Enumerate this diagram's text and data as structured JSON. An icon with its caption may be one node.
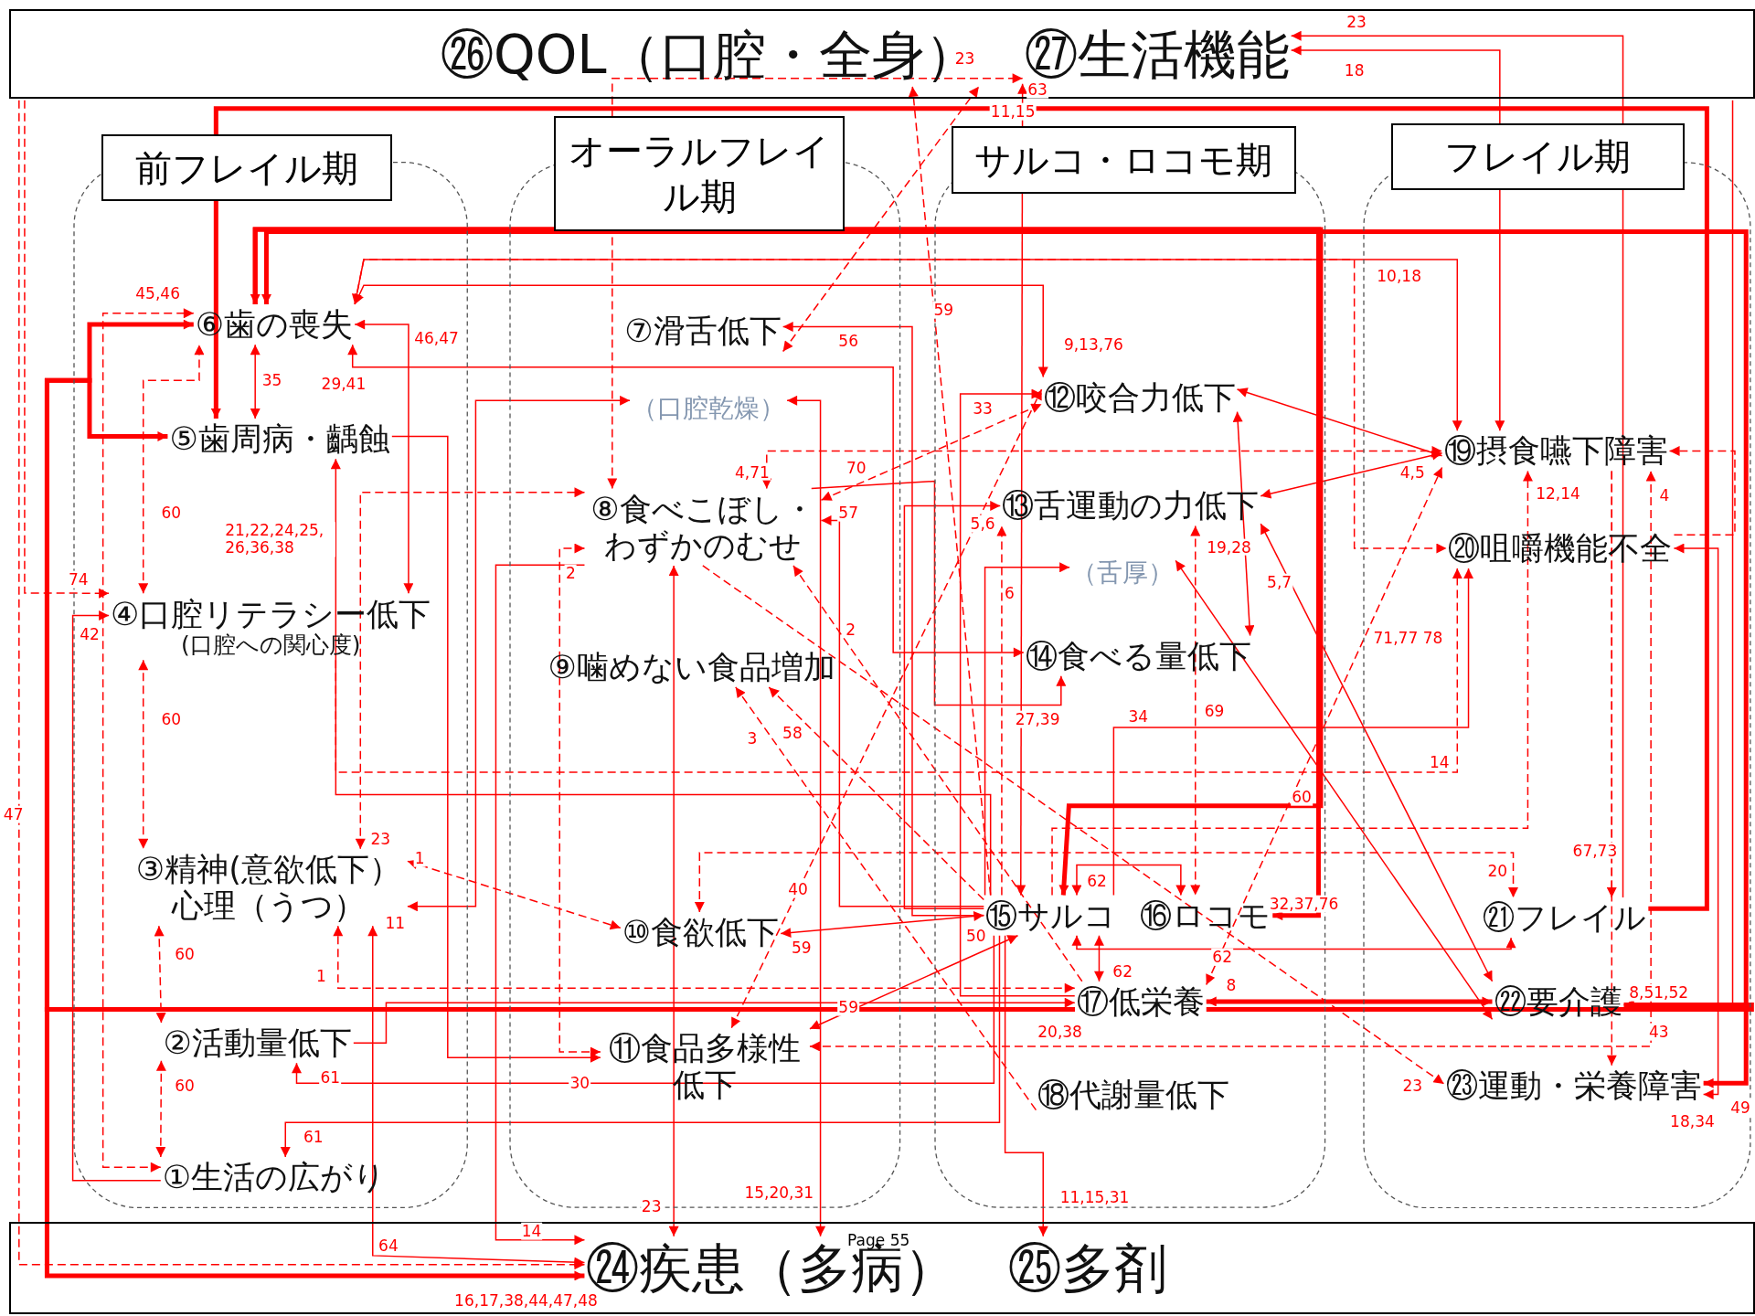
{
  "diagram": {
    "nodes": [
      {
        "text": [],
        "shape": "box"
      },
      {
        "text": [
          "㉖QOL（口腔・全身）"
        ],
        "in": 0
      },
      {
        "text": [
          "㉗生活機能"
        ],
        "in": 0
      },
      {
        "text": [
          "前フレイル期"
        ]
      },
      {
        "text": [
          "⑥歯の喪失"
        ],
        "in": 3
      },
      {
        "text": [
          "⑤歯周病・齲蝕"
        ],
        "in": 3
      },
      {
        "text": [
          "④口腔リテラシー低下",
          "(口腔への関心度)"
        ],
        "in": 3
      },
      {
        "text": [
          "③精神(意欲低下）心理（うつ）"
        ],
        "in": 3
      },
      {
        "text": [
          "②活動量低下"
        ],
        "in": 3
      },
      {
        "text": [
          "①生活の広がり"
        ],
        "in": 3
      },
      {
        "text": [
          "オーラルフレイル期"
        ]
      },
      {
        "text": [
          "⑦滑舌低下"
        ],
        "in": 10
      },
      {
        "text": [
          "（口腔乾燥）"
        ],
        "in": 10
      },
      {
        "text": [
          "⑧食べこぼし・わずかのむせ"
        ],
        "in": 10
      },
      {
        "text": [
          "⑨噛めない食品増加"
        ],
        "in": 10
      },
      {
        "text": [
          "⑩食欲低下"
        ],
        "in": 10
      },
      {
        "text": [
          "⑪食品多様性低下"
        ],
        "in": 10
      },
      {
        "text": [
          "サルコ・ロコモ期"
        ]
      },
      {
        "text": [
          "⑫咬合力低下"
        ],
        "in": 17
      },
      {
        "text": [
          "⑬舌運動の力低下"
        ],
        "in": 17
      },
      {
        "text": [
          "（舌厚）"
        ],
        "in": 17
      },
      {
        "text": [
          "⑭食べる量低下"
        ],
        "in": 17
      },
      {
        "text": [
          "⑮サルコ"
        ],
        "in": 17
      },
      {
        "text": [
          "⑯ロコモ"
        ],
        "in": 17
      },
      {
        "text": [
          "⑰低栄養"
        ],
        "in": 17
      },
      {
        "text": [
          "⑱代謝量低下"
        ],
        "in": 17
      },
      {
        "text": [
          "フレイル期"
        ]
      },
      {
        "text": [
          "⑲摂食嚥下障害"
        ],
        "in": 26
      },
      {
        "text": [
          "⑳咀嚼機能不全"
        ],
        "in": 26
      },
      {
        "text": [
          "㉑フレイル"
        ],
        "in": 26
      },
      {
        "text": [
          "㉒要介護"
        ],
        "in": 26
      },
      {
        "text": [
          "㉓運動・栄養障害"
        ],
        "in": 26
      },
      {
        "text": [],
        "shape": "box"
      },
      {
        "text": [
          "㉔疾患（多病）"
        ],
        "in": 32
      },
      {
        "text": [
          "㉕多剤"
        ],
        "in": 32
      }
    ],
    "edges": [
      {
        "from": 4,
        "to": 5,
        "arrow": "both",
        "label": "35"
      },
      {
        "from": 6,
        "to": 4,
        "arrow": "both",
        "style": "dashed",
        "label": "60"
      },
      {
        "from": 6,
        "to": 7,
        "arrow": "both",
        "style": "dashed",
        "label": "60"
      },
      {
        "from": 7,
        "to": 8,
        "arrow": "both",
        "style": "dashed",
        "label": "60"
      },
      {
        "from": 8,
        "to": 9,
        "arrow": "both",
        "style": "dashed",
        "label": "60"
      },
      {
        "from": 9,
        "to": 4,
        "arrow": "both",
        "style": "dashed",
        "label": "45,46"
      },
      {
        "from": 4,
        "to": 6,
        "arrow": "both",
        "label": "46,47"
      },
      {
        "from": 21,
        "to": 4,
        "arrow": "both",
        "label": "29,41"
      },
      {
        "from": 22,
        "to": 5,
        "arrow": "to",
        "label": "21,22,24,25, 26,36,38"
      },
      {
        "from": 0,
        "to": 33,
        "arrow": "to",
        "style": "dashed",
        "label": "47"
      },
      {
        "from": 0,
        "to": 6,
        "arrow": "to",
        "style": "dashed",
        "label": "74"
      },
      {
        "from": 9,
        "to": 6,
        "arrow": "to",
        "label": "42"
      },
      {
        "from": 7,
        "to": 13,
        "arrow": "both",
        "style": "dashed",
        "label": "23"
      },
      {
        "from": 7,
        "to": 15,
        "arrow": "both",
        "style": "dashed",
        "label": "1"
      },
      {
        "from": 7,
        "to": 12,
        "arrow": "both",
        "label": "11"
      },
      {
        "from": 24,
        "to": 7,
        "arrow": "both",
        "style": "dashed",
        "label": "1"
      },
      {
        "from": 33,
        "to": 7,
        "arrow": "both",
        "label": "64"
      },
      {
        "from": 13,
        "to": 33,
        "arrow": "to",
        "label": "14"
      },
      {
        "from": 22,
        "to": 8,
        "arrow": "to",
        "label": "61"
      },
      {
        "from": 22,
        "to": 9,
        "arrow": "to",
        "label": "61"
      },
      {
        "from": 5,
        "to": 16,
        "arrow": "to",
        "label": "30"
      },
      {
        "from": 13,
        "to": 16,
        "arrow": "both",
        "style": "dashed",
        "label": "2"
      },
      {
        "from": 24,
        "to": 13,
        "arrow": "to",
        "style": "dashed",
        "label": "2"
      },
      {
        "from": 11,
        "to": 1,
        "arrow": "both",
        "style": "dashed",
        "label": "11,15"
      },
      {
        "from": 22,
        "to": 11,
        "arrow": "to",
        "label": "56"
      },
      {
        "from": 22,
        "to": 13,
        "arrow": "to",
        "label": "57"
      },
      {
        "from": 13,
        "to": 27,
        "arrow": "both",
        "style": "dashed",
        "label": "4,71"
      },
      {
        "from": 13,
        "to": 18,
        "arrow": "both",
        "style": "dashed",
        "label": "70"
      },
      {
        "from": 22,
        "to": 1,
        "arrow": "to",
        "style": "dashed",
        "label": "59"
      },
      {
        "from": 25,
        "to": 14,
        "arrow": "to",
        "style": "dashed",
        "label": "3"
      },
      {
        "from": 22,
        "to": 14,
        "arrow": "to",
        "style": "dashed",
        "label": "58"
      },
      {
        "from": 16,
        "to": 18,
        "arrow": "both",
        "style": "dashed",
        "label": "40"
      },
      {
        "from": 15,
        "to": 22,
        "arrow": "both",
        "label": "59"
      },
      {
        "from": 16,
        "to": 22,
        "arrow": "both",
        "label": "59"
      },
      {
        "from": 13,
        "to": 33,
        "arrow": "both",
        "label": "23"
      },
      {
        "from": 12,
        "to": 33,
        "arrow": "both",
        "label": "15,20,31"
      },
      {
        "from": 13,
        "to": 2,
        "arrow": "both",
        "style": "dashed",
        "label": "23"
      },
      {
        "from": 22,
        "to": 2,
        "arrow": "both",
        "label": "63"
      },
      {
        "from": 29,
        "to": 2,
        "arrow": "to",
        "label": "23"
      },
      {
        "from": 2,
        "to": 27,
        "arrow": "both",
        "label": "18"
      },
      {
        "from": 4,
        "to": 18,
        "arrow": "both",
        "label": "9,13,76"
      },
      {
        "from": 4,
        "to": 27,
        "arrow": "both",
        "label": "10,18"
      },
      {
        "from": 24,
        "to": 18,
        "arrow": "to",
        "label": "33"
      },
      {
        "from": 22,
        "to": 19,
        "arrow": "to",
        "label": "5,6"
      },
      {
        "from": 22,
        "to": 19,
        "arrow": "to",
        "style": "dashed",
        "label": "6"
      },
      {
        "from": 19,
        "to": 23,
        "arrow": "both",
        "style": "dashed",
        "label": "19,28"
      },
      {
        "from": 18,
        "to": 21,
        "arrow": "both"
      },
      {
        "from": 18,
        "to": 27,
        "arrow": "both"
      },
      {
        "from": 19,
        "to": 27,
        "arrow": "both",
        "label": "4,5"
      },
      {
        "from": 19,
        "to": 30,
        "arrow": "both",
        "label": "5,7"
      },
      {
        "from": 20,
        "to": 30,
        "arrow": "both"
      },
      {
        "from": 22,
        "to": 20,
        "arrow": "to"
      },
      {
        "from": 24,
        "to": 27,
        "arrow": "both",
        "style": "dashed",
        "label": "71,77 78"
      },
      {
        "from": 22,
        "to": 27,
        "arrow": "to",
        "style": "dashed",
        "label": "12,14"
      },
      {
        "from": 16,
        "to": 27,
        "arrow": "both",
        "style": "dashed",
        "label": "4"
      },
      {
        "from": 28,
        "to": 27,
        "arrow": "to",
        "style": "dashed"
      },
      {
        "from": 4,
        "to": 28,
        "arrow": "to",
        "style": "dashed"
      },
      {
        "from": 22,
        "to": 28,
        "arrow": "to",
        "label": "34"
      },
      {
        "from": 6,
        "to": 28,
        "arrow": "to",
        "style": "dashed",
        "label": "14"
      },
      {
        "from": 13,
        "to": 21,
        "arrow": "to",
        "label": "27,39"
      },
      {
        "from": 4,
        "to": 22,
        "arrow": "both",
        "style": "thick",
        "label": "60"
      },
      {
        "from": 4,
        "to": 23,
        "arrow": "to",
        "style": "thick",
        "label": "32,37,76"
      },
      {
        "from": 4,
        "to": 31,
        "arrow": "both",
        "style": "thick",
        "label": "49"
      },
      {
        "from": 22,
        "to": 23,
        "arrow": "both",
        "label": "62"
      },
      {
        "from": 22,
        "to": 24,
        "arrow": "both",
        "label": "62"
      },
      {
        "from": 29,
        "to": 22,
        "arrow": "both",
        "label": "62"
      },
      {
        "from": 15,
        "to": 29,
        "arrow": "both",
        "style": "dashed",
        "label": "20"
      },
      {
        "from": 27,
        "to": 29,
        "arrow": "to",
        "style": "dashed",
        "label": "67,73"
      },
      {
        "from": 27,
        "to": 31,
        "arrow": "to",
        "style": "dashed"
      },
      {
        "from": 0,
        "to": 30,
        "arrow": "to",
        "label": "8,51,52"
      },
      {
        "from": 24,
        "to": 30,
        "arrow": "both",
        "style": "thick",
        "label": "8"
      },
      {
        "from": 13,
        "to": 31,
        "arrow": "to",
        "style": "dashed",
        "label": "23"
      },
      {
        "from": 28,
        "to": 31,
        "arrow": "both",
        "label": "18,34"
      },
      {
        "from": 24,
        "to": 33,
        "arrow": "to",
        "style": "thick",
        "label": "16,17,38,44,47,48"
      },
      {
        "from": 24,
        "to": 4,
        "arrow": "to",
        "style": "thick"
      },
      {
        "from": 24,
        "to": 5,
        "arrow": "to",
        "style": "thick"
      },
      {
        "from": 24,
        "to": 30,
        "arrow": "to",
        "style": "thick",
        "label": "43"
      },
      {
        "from": 8,
        "to": 24,
        "arrow": "to",
        "label": "20,38"
      },
      {
        "from": 22,
        "to": 34,
        "arrow": "to",
        "label": "11,15,31"
      },
      {
        "from": 29,
        "to": 5,
        "arrow": "to",
        "style": "thick"
      }
    ],
    "labels": [
      "69",
      "50",
      "Page 55"
    ]
  }
}
